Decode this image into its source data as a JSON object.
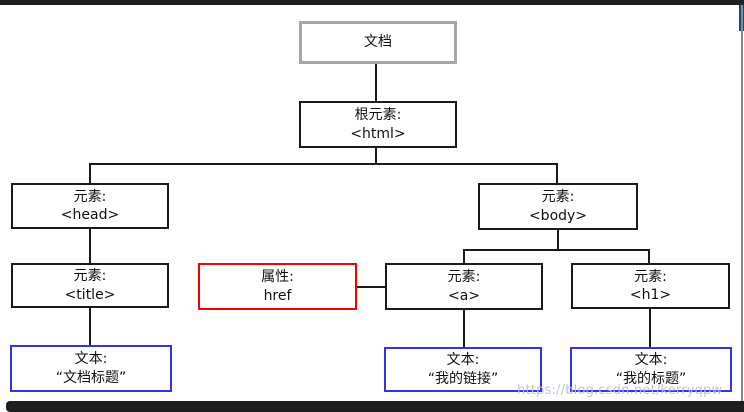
{
  "diagram": {
    "nodes": {
      "doc": {
        "line1": "文档",
        "line2": ""
      },
      "html": {
        "line1": "根元素:",
        "line2": "<html>"
      },
      "head": {
        "line1": "元素:",
        "line2": "<head>"
      },
      "body": {
        "line1": "元素:",
        "line2": "<body>"
      },
      "title": {
        "line1": "元素:",
        "line2": "<title>"
      },
      "attr": {
        "line1": "属性:",
        "line2": "href"
      },
      "a": {
        "line1": "元素:",
        "line2": "<a>"
      },
      "h1": {
        "line1": "元素:",
        "line2": "<h1>"
      },
      "text_title": {
        "line1": "文本:",
        "line2": "“文档标题”"
      },
      "text_a": {
        "line1": "文本:",
        "line2": "“我的链接”"
      },
      "text_h1": {
        "line1": "文本:",
        "line2": "“我的标题”"
      }
    },
    "watermark": "https://blog.csdn.net/kerryqpw"
  },
  "colors": {
    "node_border": "#1a1a1a",
    "document_border": "#a6a6a6",
    "attribute_border": "#f40000",
    "text_border": "#3232f0",
    "connector": "#1a1a1a",
    "top_bar": "#1f1f1f",
    "bottom_bar": "#1f1f1f",
    "side_accent": "#0d4e7d",
    "watermark_color": "#b9c0d8"
  }
}
